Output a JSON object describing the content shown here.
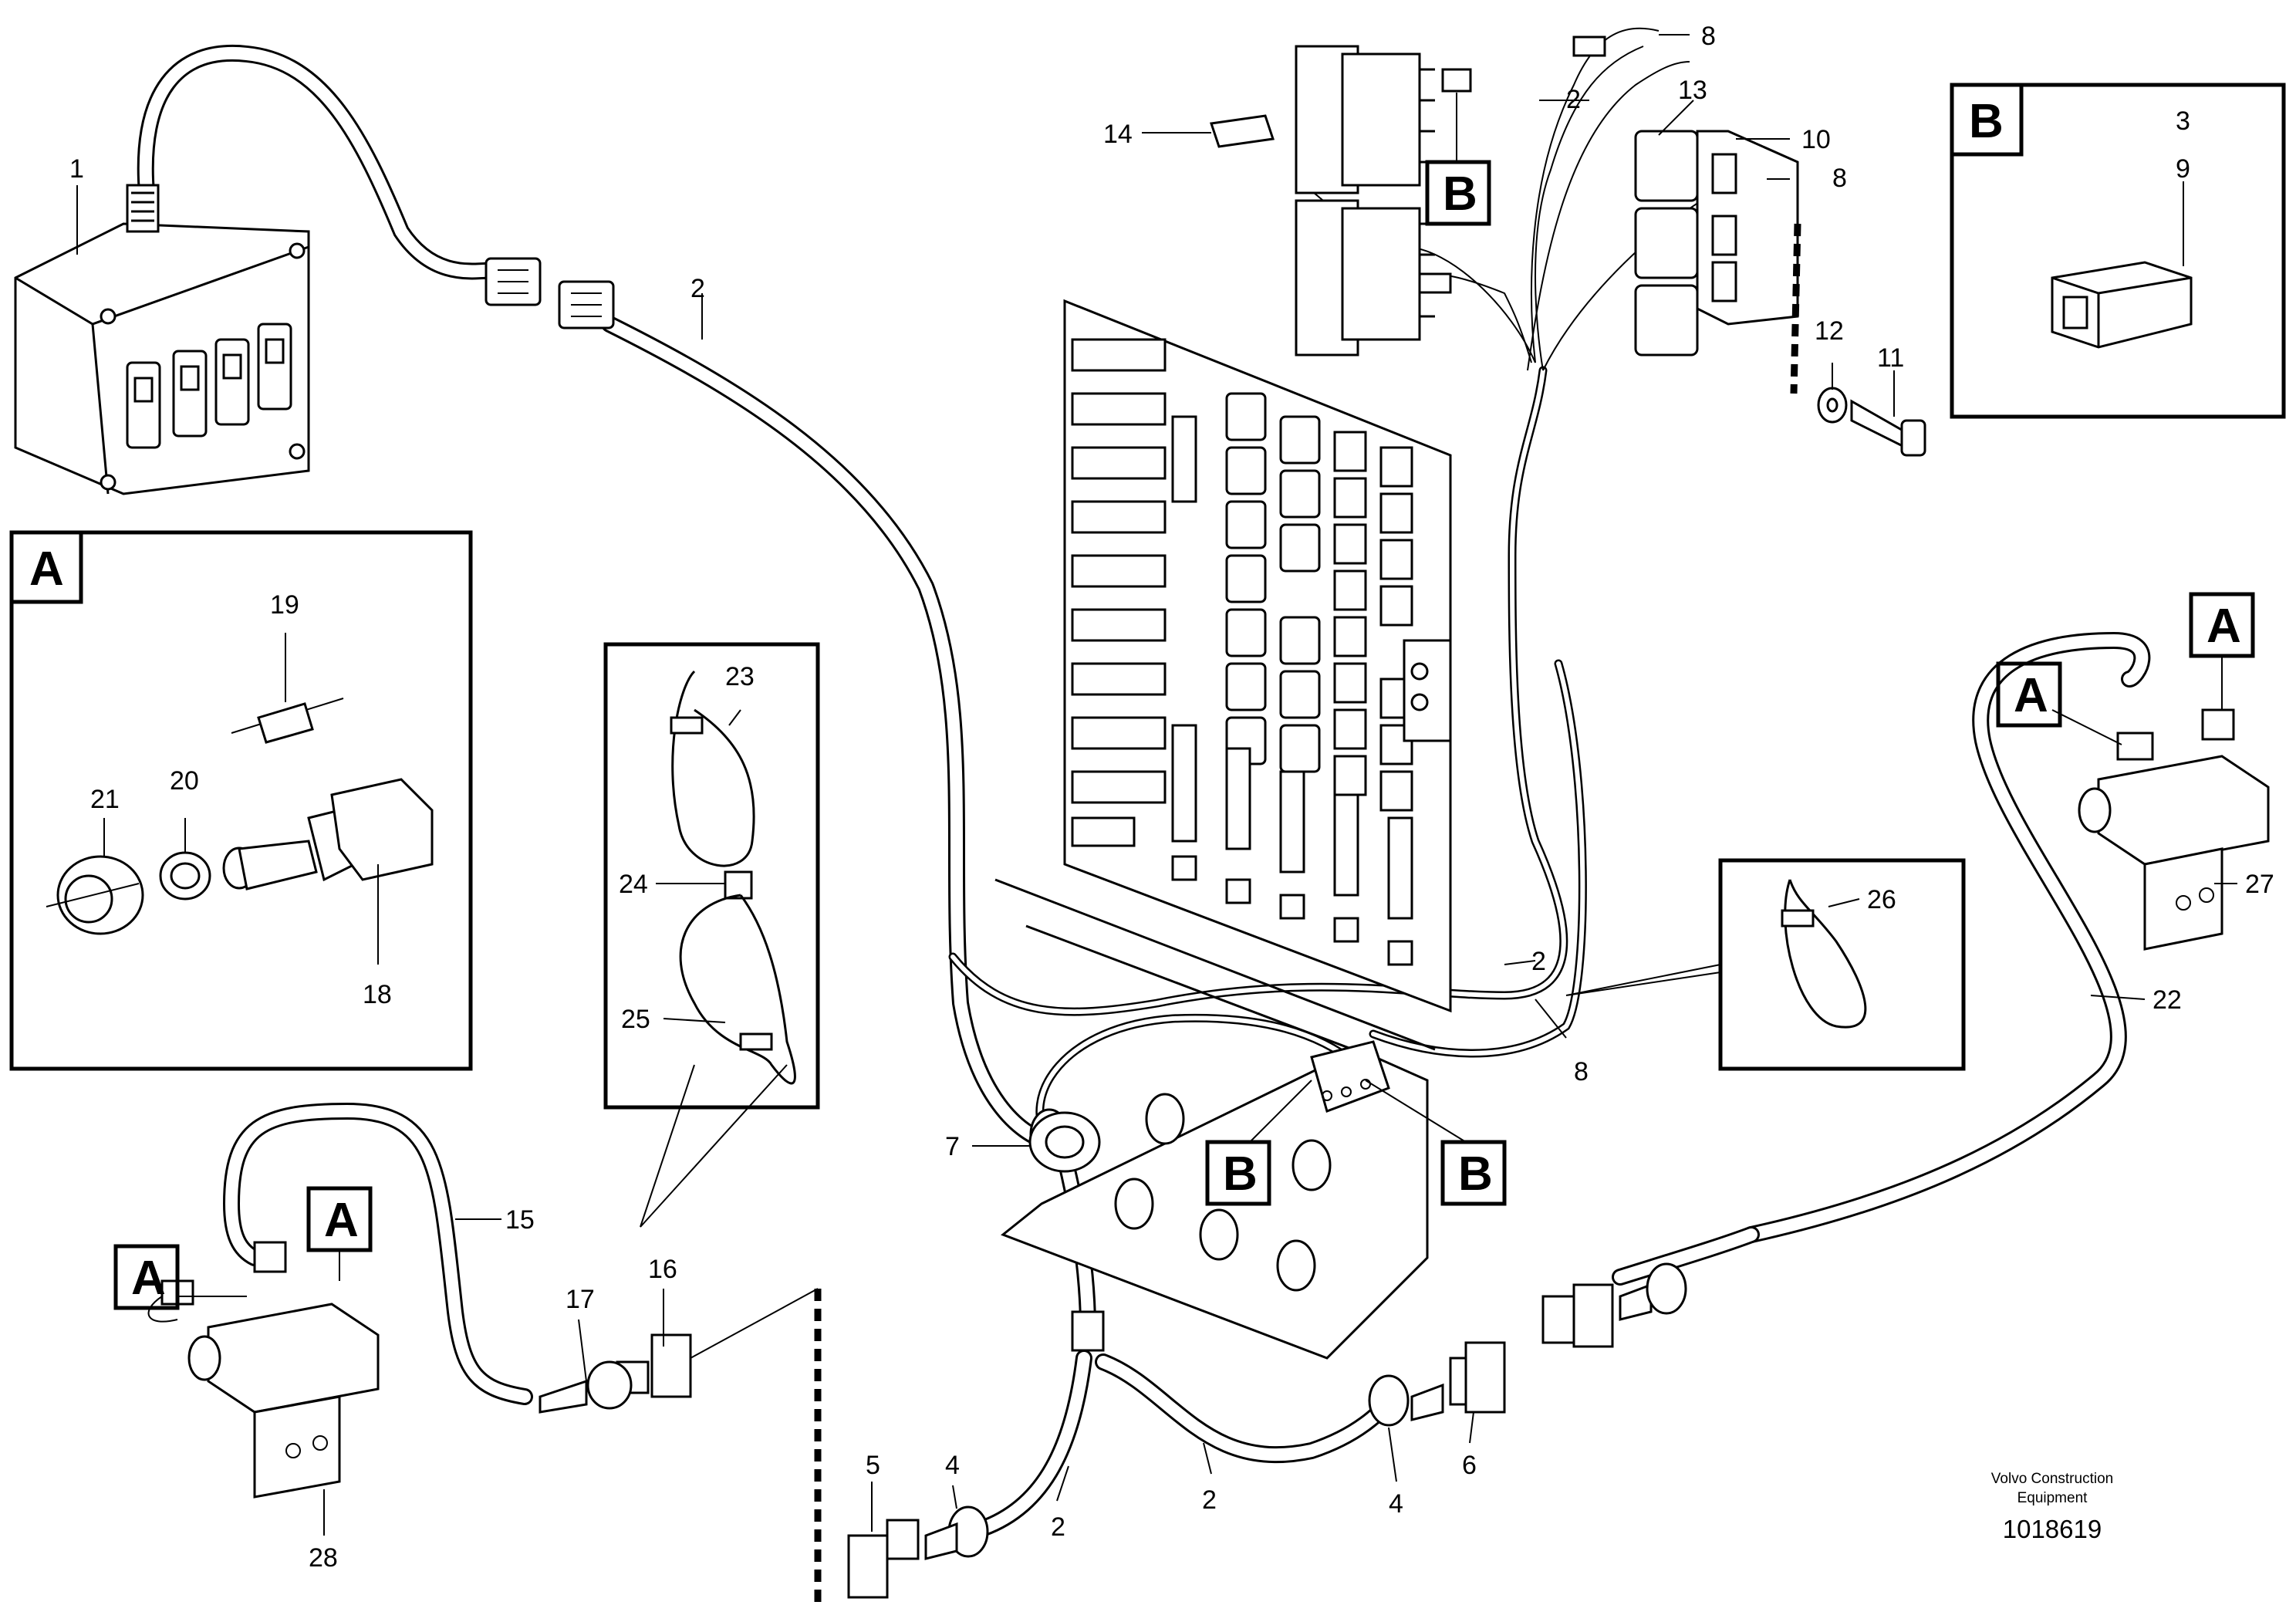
{
  "callouts": {
    "c1": "1",
    "c2a": "2",
    "c2b": "2",
    "c2c": "2",
    "c2d": "2",
    "c2e": "2",
    "c3": "3",
    "c4a": "4",
    "c4b": "4",
    "c5": "5",
    "c6": "6",
    "c7": "7",
    "c8a": "8",
    "c8b": "8",
    "c8c": "8",
    "c9": "9",
    "c10": "10",
    "c11": "11",
    "c12": "12",
    "c13": "13",
    "c14": "14",
    "c15": "15",
    "c16": "16",
    "c17": "17",
    "c18": "18",
    "c19": "19",
    "c20": "20",
    "c21": "21",
    "c22": "22",
    "c23": "23",
    "c24": "24",
    "c25": "25",
    "c26": "26",
    "c27": "27",
    "c28": "28"
  },
  "detail_labels": {
    "a": "A",
    "b": "B"
  },
  "footer": {
    "brand_line1": "Volvo Construction",
    "brand_line2": "Equipment",
    "doc_number": "1018619"
  }
}
